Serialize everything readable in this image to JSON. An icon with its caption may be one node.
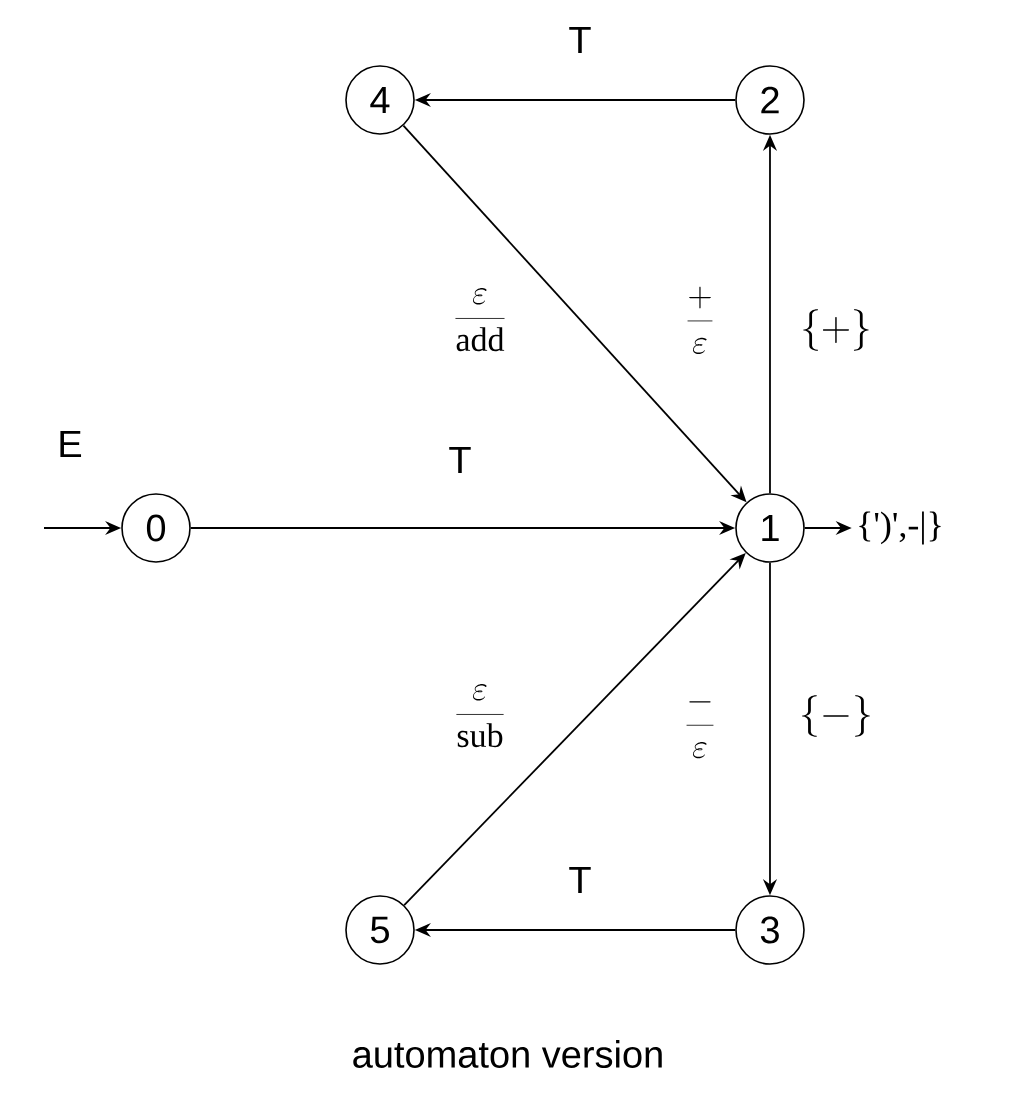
{
  "diagram": {
    "caption": "automaton version",
    "nodes": [
      {
        "text": [
          "0"
        ]
      },
      {
        "text": [
          "1"
        ]
      },
      {
        "text": [
          "2"
        ]
      },
      {
        "text": [
          "3"
        ]
      },
      {
        "text": [
          "4"
        ]
      },
      {
        "text": [
          "5"
        ]
      },
      {
        "text": [
          "{')',-|}"
        ]
      }
    ],
    "edges": [
      {
        "from": null,
        "to": 0,
        "arrow": "to",
        "label": "E"
      },
      {
        "from": 0,
        "to": 1,
        "arrow": "to",
        "label": "T"
      },
      {
        "from": 1,
        "to": 2,
        "arrow": "to",
        "label": "\\frac{+}{\\varepsilon}"
      },
      {
        "from": 2,
        "to": 4,
        "arrow": "to",
        "label": "T"
      },
      {
        "from": 4,
        "to": 1,
        "arrow": "to",
        "label": "\\frac{\\varepsilon}{\\mathrm{add}}"
      },
      {
        "from": 1,
        "to": 3,
        "arrow": "to",
        "label": "\\frac{-}{\\varepsilon}"
      },
      {
        "from": 3,
        "to": 5,
        "arrow": "to",
        "label": "T"
      },
      {
        "from": 5,
        "to": 1,
        "arrow": "to",
        "label": "\\frac{\\varepsilon}{\\mathrm{sub}}"
      },
      {
        "from": 1,
        "to": 6,
        "arrow": "to"
      }
    ],
    "labels": [
      "\\{+\\}",
      "\\{-\\}"
    ]
  }
}
